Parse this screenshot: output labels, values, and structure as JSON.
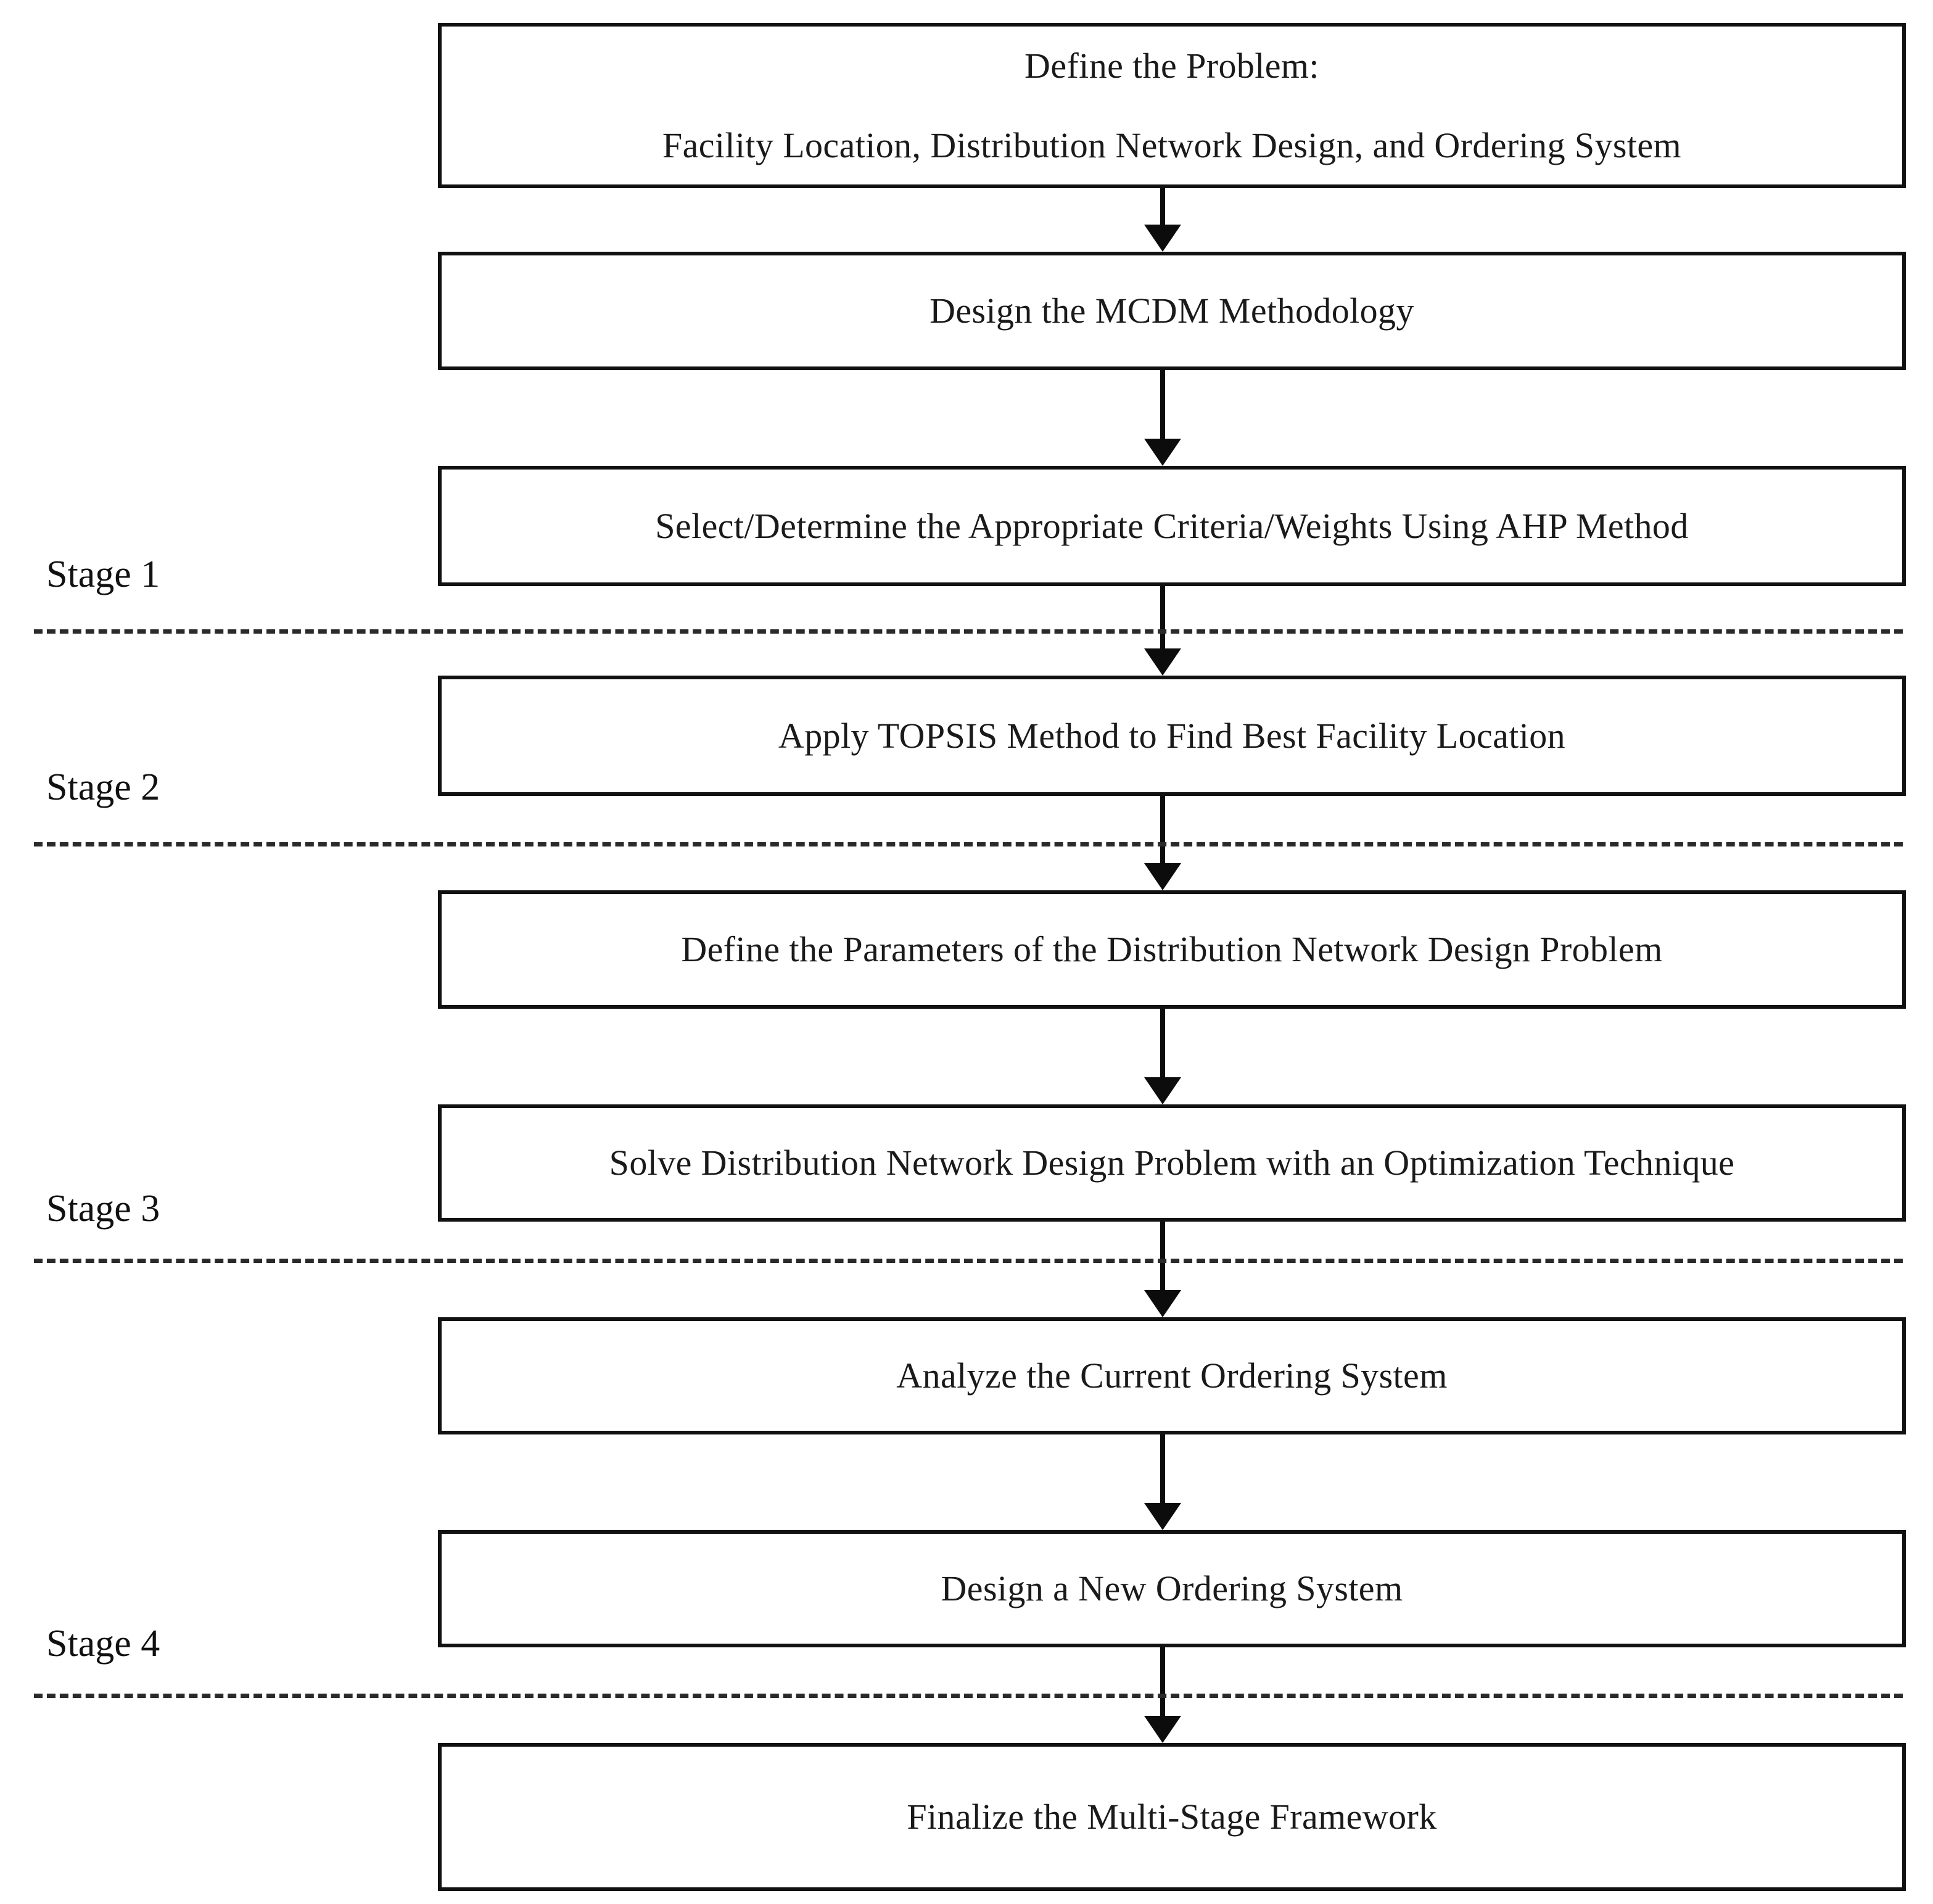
{
  "diagram": {
    "title": "Multi-Stage MCDM Framework Flowchart",
    "background_color": "#ffffff",
    "box_border_color": "#111111",
    "arrow_color": "#0c0c0c",
    "divider_color": "#2a2a2a",
    "text_color": "#1a1a1a"
  },
  "nodes": [
    {
      "id": "define-problem",
      "line1": "Define the Problem:",
      "line2": "Facility Location, Distribution Network Design, and Ordering System"
    },
    {
      "id": "design-mcdm",
      "line1": "Design the MCDM Methodology"
    },
    {
      "id": "select-criteria-ahp",
      "line1": "Select/Determine the Appropriate Criteria/Weights Using AHP Method"
    },
    {
      "id": "apply-topsis",
      "line1": "Apply TOPSIS Method to Find Best Facility Location"
    },
    {
      "id": "define-parameters",
      "line1": "Define the Parameters of the Distribution Network Design Problem"
    },
    {
      "id": "solve-dnd",
      "line1": "Solve Distribution Network Design Problem with an Optimization Technique"
    },
    {
      "id": "analyze-ordering",
      "line1": "Analyze the Current Ordering System"
    },
    {
      "id": "design-new-ordering",
      "line1": "Design a New Ordering System"
    },
    {
      "id": "finalize-framework",
      "line1": "Finalize the Multi-Stage Framework"
    }
  ],
  "stages": [
    {
      "id": "stage-1",
      "label": "Stage 1"
    },
    {
      "id": "stage-2",
      "label": "Stage 2"
    },
    {
      "id": "stage-3",
      "label": "Stage 3"
    },
    {
      "id": "stage-4",
      "label": "Stage 4"
    }
  ],
  "connectors": [
    {
      "id": "arrow-1",
      "from": "define-problem",
      "to": "design-mcdm"
    },
    {
      "id": "arrow-2",
      "from": "design-mcdm",
      "to": "select-criteria-ahp"
    },
    {
      "id": "arrow-3",
      "from": "select-criteria-ahp",
      "to": "apply-topsis"
    },
    {
      "id": "arrow-4",
      "from": "apply-topsis",
      "to": "define-parameters"
    },
    {
      "id": "arrow-5",
      "from": "define-parameters",
      "to": "solve-dnd"
    },
    {
      "id": "arrow-6",
      "from": "solve-dnd",
      "to": "analyze-ordering"
    },
    {
      "id": "arrow-7",
      "from": "analyze-ordering",
      "to": "design-new-ordering"
    },
    {
      "id": "arrow-8",
      "from": "design-new-ordering",
      "to": "finalize-framework"
    }
  ]
}
